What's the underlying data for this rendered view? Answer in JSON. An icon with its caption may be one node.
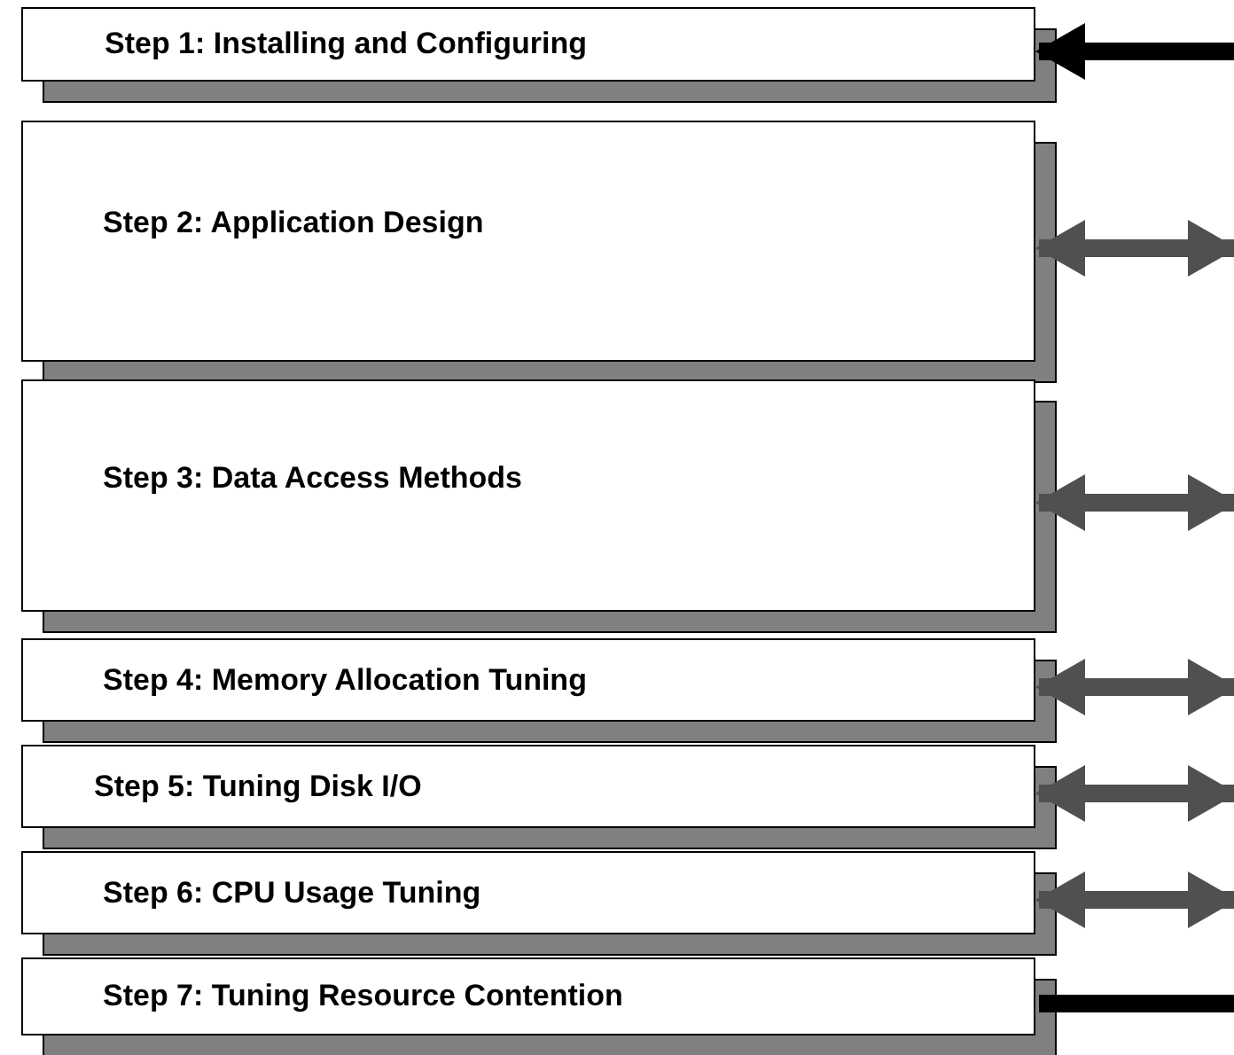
{
  "diagram": {
    "nodes": [
      {
        "text": [
          "Step 1: Installing and Configuring"
        ]
      },
      {
        "text": [
          "Step 2: Application Design"
        ]
      },
      {
        "text": [
          "Step 3: Data Access Methods"
        ]
      },
      {
        "text": [
          "Step 4: Memory Allocation Tuning"
        ]
      },
      {
        "text": [
          "Step 5: Tuning Disk I/O"
        ]
      },
      {
        "text": [
          "Step 6: CPU Usage Tuning"
        ]
      },
      {
        "text": [
          "Step 7: Tuning Resource Contention"
        ]
      }
    ],
    "edges": [
      {
        "from": null,
        "to": 0,
        "arrow": "to",
        "color": "#000000"
      },
      {
        "from": 1,
        "to": null,
        "arrow": "both"
      },
      {
        "from": 2,
        "to": null,
        "arrow": "both"
      },
      {
        "from": 3,
        "to": null,
        "arrow": "both"
      },
      {
        "from": 4,
        "to": null,
        "arrow": "both"
      },
      {
        "from": 5,
        "to": null,
        "arrow": "both"
      },
      {
        "from": 6,
        "to": null,
        "arrow": "none",
        "color": "#000000"
      }
    ]
  }
}
